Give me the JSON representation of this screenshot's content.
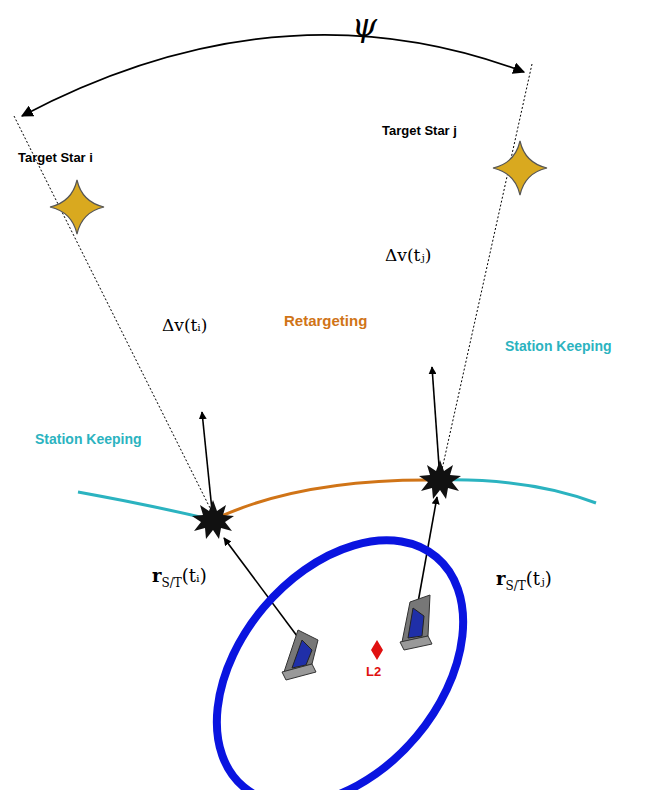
{
  "diagram": {
    "labels": [
      "ψ",
      "Target Star i",
      "Target Star j",
      "Δv(tᵢ)",
      "Retargeting",
      "Δv(tⱼ)",
      "Station Keeping",
      "Station Keeping",
      "r",
      "S/T",
      "(tᵢ)",
      "r",
      "S/T",
      "(tⱼ)",
      "L2"
    ]
  }
}
